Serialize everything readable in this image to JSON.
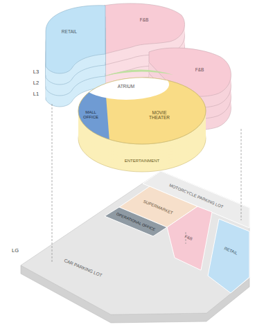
{
  "diagram": {
    "nodes": [
      {
        "text": [
          "RETAIL"
        ]
      },
      {
        "text": [
          "F&B"
        ]
      },
      {
        "text": [
          "F&B"
        ]
      },
      {
        "text": [
          "ATRIUM"
        ]
      },
      {
        "text": [
          "MALL OFFICE"
        ]
      },
      {
        "text": [
          "MOVIE THEATER"
        ]
      },
      {
        "text": [
          "ENTERTAINMENT"
        ]
      },
      {
        "text": [
          "MOTORCYCLE PARKING LOT"
        ]
      },
      {
        "text": [
          "SUPERMARKET"
        ]
      },
      {
        "text": [
          "OPERATIONAL OFFICE"
        ]
      },
      {
        "text": [
          "F&B"
        ]
      },
      {
        "text": [
          "RETAIL"
        ]
      },
      {
        "text": [
          "CAR PARKING LOT"
        ]
      }
    ],
    "labels": [
      "L3",
      "L2",
      "L1",
      "LG"
    ]
  }
}
